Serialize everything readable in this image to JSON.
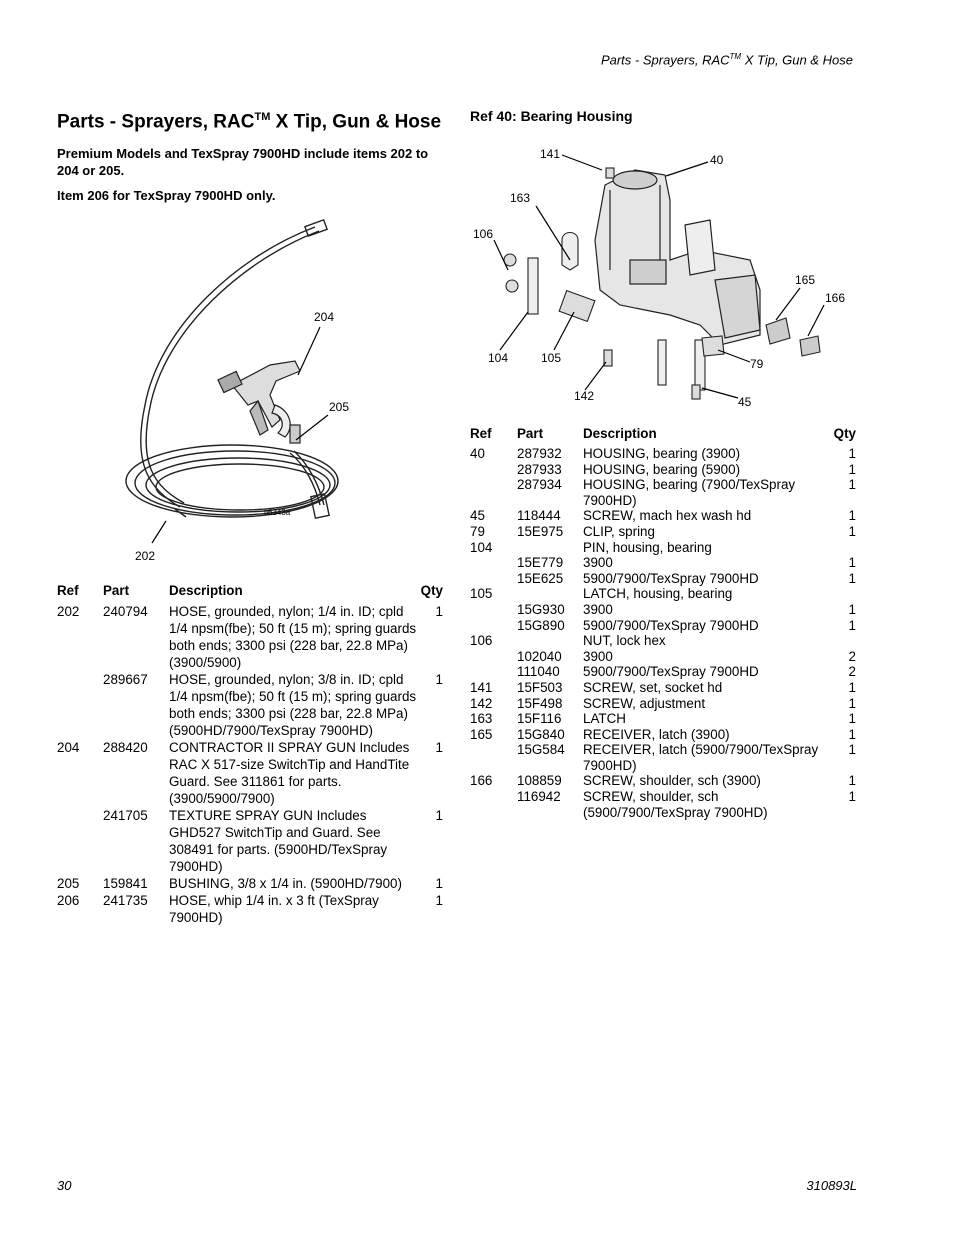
{
  "header": {
    "running_title_pre": "Parts - Sprayers, RAC",
    "running_title_tm": "TM",
    "running_title_post": " X Tip, Gun & Hose"
  },
  "section": {
    "title_pre": "Parts - Sprayers, RAC",
    "title_tm": "TM",
    "title_post": " X Tip, Gun & Hose",
    "note1": "Premium Models and TexSpray 7900HD include items 202 to 204 or 205.",
    "note2": "Item 206 for TexSpray 7900HD only."
  },
  "gun_figure": {
    "callouts": [
      "204",
      "205",
      "202"
    ],
    "figure_id": "ti6343a"
  },
  "left_table": {
    "headers": [
      "Ref",
      "Part",
      "Description",
      "Qty"
    ],
    "rows": [
      {
        "ref": "202",
        "part": "240794",
        "desc": "HOSE, grounded, nylon; 1/4 in. ID; cpld 1/4 npsm(fbe); 50 ft (15 m); spring guards both ends; 3300 psi (228 bar, 22.8 MPa) (3900/5900)",
        "qty": "1"
      },
      {
        "ref": "",
        "part": "289667",
        "desc": "HOSE, grounded, nylon; 3/8 in. ID; cpld 1/4 npsm(fbe); 50 ft (15 m); spring guards both ends; 3300 psi (228 bar, 22.8 MPa) (5900HD/7900/TexSpray 7900HD)",
        "qty": "1"
      },
      {
        "ref": "204",
        "part": "288420",
        "desc": "CONTRACTOR II SPRAY GUN Includes RAC X 517-size SwitchTip and HandTite Guard. See 311861 for parts. (3900/5900/7900)",
        "qty": "1"
      },
      {
        "ref": "",
        "part": "241705",
        "desc": "TEXTURE SPRAY GUN Includes GHD527 SwitchTip and Guard. See 308491 for parts. (5900HD/TexSpray 7900HD)",
        "qty": "1"
      },
      {
        "ref": "205",
        "part": "159841",
        "desc": "BUSHING, 3/8 x 1/4 in. (5900HD/7900)",
        "qty": "1"
      },
      {
        "ref": "206",
        "part": "241735",
        "desc": "HOSE, whip 1/4 in. x 3 ft (TexSpray 7900HD)",
        "qty": "1"
      }
    ]
  },
  "bearing_figure": {
    "title": "Ref 40: Bearing Housing",
    "callouts": [
      "141",
      "40",
      "163",
      "106",
      "165",
      "166",
      "104",
      "105",
      "79",
      "142",
      "45"
    ]
  },
  "right_table": {
    "headers": [
      "Ref",
      "Part",
      "Description",
      "Qty"
    ],
    "rows": [
      {
        "ref": "40",
        "part": "287932",
        "desc": "HOUSING, bearing (3900)",
        "qty": "1"
      },
      {
        "ref": "",
        "part": "287933",
        "desc": "HOUSING, bearing (5900)",
        "qty": "1"
      },
      {
        "ref": "",
        "part": "287934",
        "desc": "HOUSING, bearing (7900/TexSpray 7900HD)",
        "qty": "1"
      },
      {
        "ref": "45",
        "part": "118444",
        "desc": "SCREW, mach hex wash hd",
        "qty": "1"
      },
      {
        "ref": "79",
        "part": "15E975",
        "desc": "CLIP, spring",
        "qty": "1"
      },
      {
        "ref": "104",
        "part": "",
        "desc": "PIN, housing, bearing",
        "qty": ""
      },
      {
        "ref": "",
        "part": "15E779",
        "desc": "3900",
        "qty": "1"
      },
      {
        "ref": "",
        "part": "15E625",
        "desc": "5900/7900/TexSpray 7900HD",
        "qty": "1"
      },
      {
        "ref": "105",
        "part": "",
        "desc": "LATCH, housing, bearing",
        "qty": ""
      },
      {
        "ref": "",
        "part": "15G930",
        "desc": "3900",
        "qty": "1"
      },
      {
        "ref": "",
        "part": "15G890",
        "desc": "5900/7900/TexSpray 7900HD",
        "qty": "1"
      },
      {
        "ref": "106",
        "part": "",
        "desc": "NUT, lock hex",
        "qty": ""
      },
      {
        "ref": "",
        "part": "102040",
        "desc": "3900",
        "qty": "2"
      },
      {
        "ref": "",
        "part": "111040",
        "desc": "5900/7900/TexSpray 7900HD",
        "qty": "2"
      },
      {
        "ref": "141",
        "part": "15F503",
        "desc": "SCREW, set, socket hd",
        "qty": "1"
      },
      {
        "ref": "142",
        "part": "15F498",
        "desc": "SCREW, adjustment",
        "qty": "1"
      },
      {
        "ref": "163",
        "part": "15F116",
        "desc": "LATCH",
        "qty": "1"
      },
      {
        "ref": "165",
        "part": "15G840",
        "desc": "RECEIVER, latch (3900)",
        "qty": "1"
      },
      {
        "ref": "",
        "part": "15G584",
        "desc": "RECEIVER, latch (5900/7900/TexSpray 7900HD)",
        "qty": "1"
      },
      {
        "ref": "166",
        "part": "108859",
        "desc": "SCREW, shoulder, sch (3900)",
        "qty": "1"
      },
      {
        "ref": "",
        "part": "116942",
        "desc": "SCREW, shoulder, sch (5900/7900/TexSpray 7900HD)",
        "qty": "1"
      }
    ]
  },
  "footer": {
    "page_number": "30",
    "doc_number": "310893L"
  }
}
